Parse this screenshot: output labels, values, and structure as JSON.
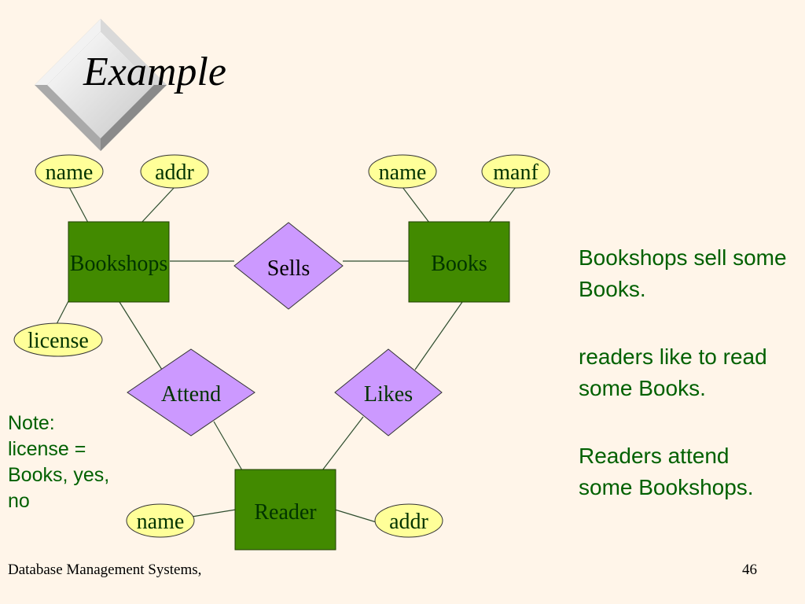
{
  "title": "Example",
  "entities": {
    "bookshops": "Bookshops",
    "books": "Books",
    "reader": "Reader"
  },
  "relationships": {
    "sells": "Sells",
    "attend": "Attend",
    "likes": "Likes"
  },
  "attributes": {
    "bookshops_name": "name",
    "bookshops_addr": "addr",
    "bookshops_license": "license",
    "books_name": "name",
    "books_manf": "manf",
    "reader_name": "name",
    "reader_addr": "addr"
  },
  "note": {
    "lines": [
      "Note:",
      "license =",
      "Books, yes,",
      "no"
    ]
  },
  "descriptions": [
    [
      "Bookshops sell some",
      "Books."
    ],
    [
      "readers like to read",
      "some Books."
    ],
    [
      "Readers attend",
      "some Bookshops."
    ]
  ],
  "footer": {
    "left": "Database Management Systems,",
    "page": "46"
  },
  "colors": {
    "entity_fill": "#428a00",
    "entity_text": "#003300",
    "relationship_fill": "#cc99ff",
    "attribute_fill": "#ffff99",
    "text_green": "#006000"
  }
}
